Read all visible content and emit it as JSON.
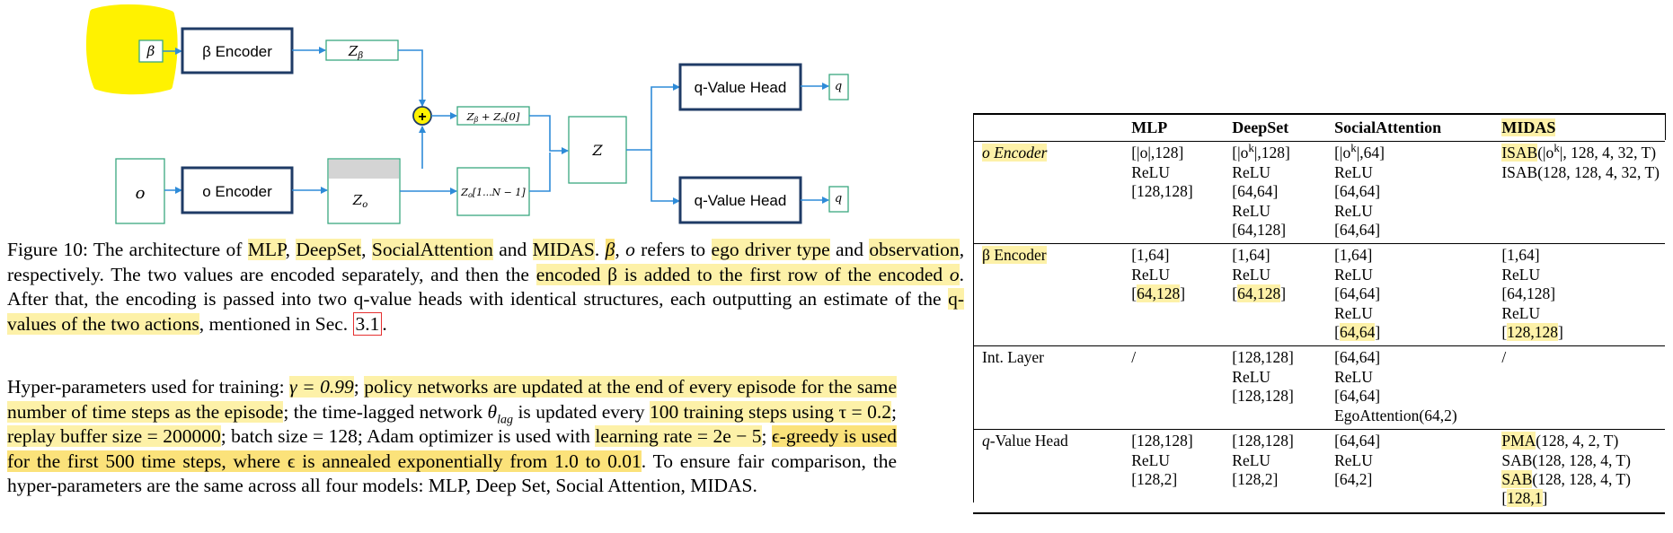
{
  "diagram": {
    "beta_symbol": "β",
    "o_symbol": "o",
    "beta_encoder": "β Encoder",
    "o_encoder": "o Encoder",
    "z_beta": "Z",
    "z_beta_sub": "β",
    "z_o": "Z",
    "z_o_sub": "o",
    "sum_label": "Z",
    "sum_label_sub": "β",
    "sum_label_rest": " + Z",
    "sum_label_sub2": "o",
    "sum_label_tail": "[0]",
    "rest_label": "Z",
    "rest_label_sub": "o",
    "rest_label_tail": "[1...N − 1]",
    "z": "Z",
    "head_1": "q-Value Head",
    "head_2": "q-Value Head",
    "q_1": "q",
    "q_2": "q",
    "plus": "+",
    "colors": {
      "box_stroke": "#1f3b66",
      "small_stroke": "#3aa880",
      "arrow": "#2e8bd8",
      "highlight": "#fff200"
    }
  },
  "caption": {
    "p1": "Figure 10: The architecture of ",
    "mlp": "MLP",
    "c1": ", ",
    "deepset": "DeepSet",
    "c2": ", ",
    "social": "SocialAttention",
    "c3": " and ",
    "midas": "MIDAS",
    "c4": ". ",
    "beta": "β",
    "c5": ", ",
    "o": "o",
    "c6": " refers to ",
    "ego": "ego driver type",
    "c7": " and ",
    "obs": "observation",
    "c8": ", respectively. The two values are encoded separately, and then the ",
    "enc_beta": "encoded β is added to the first row of the encoded ",
    "enc_o": "o",
    "c9": ". After that, the encoding is passed into two q-value heads with identical structures, each outputting an estimate of the ",
    "qvals": "q-values of the two actions",
    "c10": ", mentioned in Sec. ",
    "ref": "3.1",
    "c11": "."
  },
  "hyper": {
    "t1": "Hyper-parameters used for training: ",
    "gamma": "γ = 0.99",
    "t2": "; ",
    "policy": "policy networks are updated at the end of every episode for the same number of time steps as the episode",
    "t3": "; the time-lagged network ",
    "theta": "θ",
    "theta_sub": "lag",
    "t4": " is updated every ",
    "steps": "100 training steps using τ = 0.2",
    "t5": "; ",
    "replay": "replay buffer size = 200000",
    "t6": "; batch size = 128; Adam optimizer is used with ",
    "lr": "learning rate = 2e − 5",
    "t7": "; ",
    "eps": "ϵ-greedy is used for the first 500 time steps, where ϵ is annealed exponentially from 1.0 to 0.01",
    "t8": ". To ensure fair comparison, the hyper-parameters are the same across all four models: MLP, Deep Set, Social Attention, MIDAS."
  },
  "table": {
    "headers": [
      "",
      "MLP",
      "DeepSet",
      "SocialAttention",
      "MIDAS"
    ],
    "row1_label": "o Encoder",
    "row1": {
      "mlp": [
        "[|o|,128]",
        "ReLU",
        "[128,128]"
      ],
      "deepset": [
        "[|o",
        "k",
        "|,128]",
        "ReLU",
        "[64,64]",
        "ReLU",
        "[64,128]"
      ],
      "social": [
        "[|o",
        "k",
        "|,64]",
        "ReLU",
        "[64,64]",
        "ReLU",
        "[64,64]"
      ],
      "midas_isab1": "ISAB",
      "midas_isab1_rest_a": "(|o",
      "midas_isab1_sup": "k",
      "midas_isab1_rest_b": "|, 128, 4, 32, T)",
      "midas_isab2": "ISAB(128, 128, 4, 32, T)"
    },
    "row2_label": "β Encoder",
    "row2": {
      "mlp": [
        "[1,64]",
        "ReLU",
        "[",
        "64,128",
        "]"
      ],
      "deepset": [
        "[1,64]",
        "ReLU",
        "[",
        "64,128",
        "]"
      ],
      "social": [
        "[1,64]",
        "ReLU",
        "[64,64]",
        "ReLU",
        "[",
        "64,64",
        "]"
      ],
      "midas": [
        "[1,64]",
        "ReLU",
        "[64,128]",
        "ReLU",
        "[",
        "128,128",
        "]"
      ]
    },
    "row3_label": "Int. Layer",
    "row3": {
      "mlp": "/",
      "deepset": [
        "[128,128]",
        "ReLU",
        "[128,128]"
      ],
      "social": [
        "[64,64]",
        "ReLU",
        "[64,64]",
        "EgoAttention(64,2)"
      ],
      "midas": "/"
    },
    "row4_label_q": "q",
    "row4_label_rest": "-Value Head",
    "row4": {
      "mlp": [
        "[128,128]",
        "ReLU",
        "[128,2]"
      ],
      "deepset": [
        "[128,128]",
        "ReLU",
        "[128,2]"
      ],
      "social": [
        "[64,64]",
        "ReLU",
        "[64,2]"
      ],
      "midas_pma": "PMA",
      "midas_pma_rest": "(128, 4, 2, T)",
      "midas_sab1": "SAB(128, 128, 4, T)",
      "midas_sab2": "SAB",
      "midas_sab2_rest": "(128, 128, 4, T)",
      "midas_last_a": "[",
      "midas_last": "128,1",
      "midas_last_b": "]"
    }
  }
}
